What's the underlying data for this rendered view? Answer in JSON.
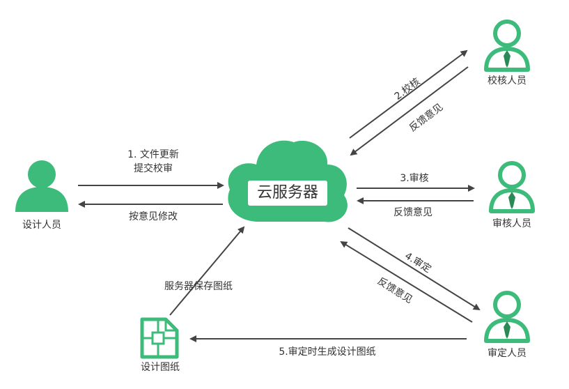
{
  "colors": {
    "green": "#3dbb7a",
    "arrow": "#444444",
    "text": "#333333",
    "tie": "#2a8a57"
  },
  "cloud": {
    "label": "云服务器",
    "icon": "cloud-icon"
  },
  "actors": {
    "designer": {
      "label": "设计人员",
      "icon": "person-icon"
    },
    "checker": {
      "label": "校核人员",
      "icon": "person-with-tie-icon"
    },
    "reviewer": {
      "label": "审核人员",
      "icon": "person-with-tie-icon"
    },
    "approver": {
      "label": "审定人员",
      "icon": "person-with-tie-icon"
    },
    "drawing": {
      "label": "设计图纸",
      "icon": "blueprint-document-icon"
    }
  },
  "flows": {
    "submit_line1": "1. 文件更新",
    "submit_line2": "提交校审",
    "revise": "按意见修改",
    "check": "2.校核",
    "check_feedback": "反馈意见",
    "review": "3.审核",
    "review_feedback": "反馈意见",
    "approve": "4.审定",
    "approve_feedback": "反馈意见",
    "generate": "5.审定时生成设计图纸",
    "save": "服务器保存图纸"
  }
}
